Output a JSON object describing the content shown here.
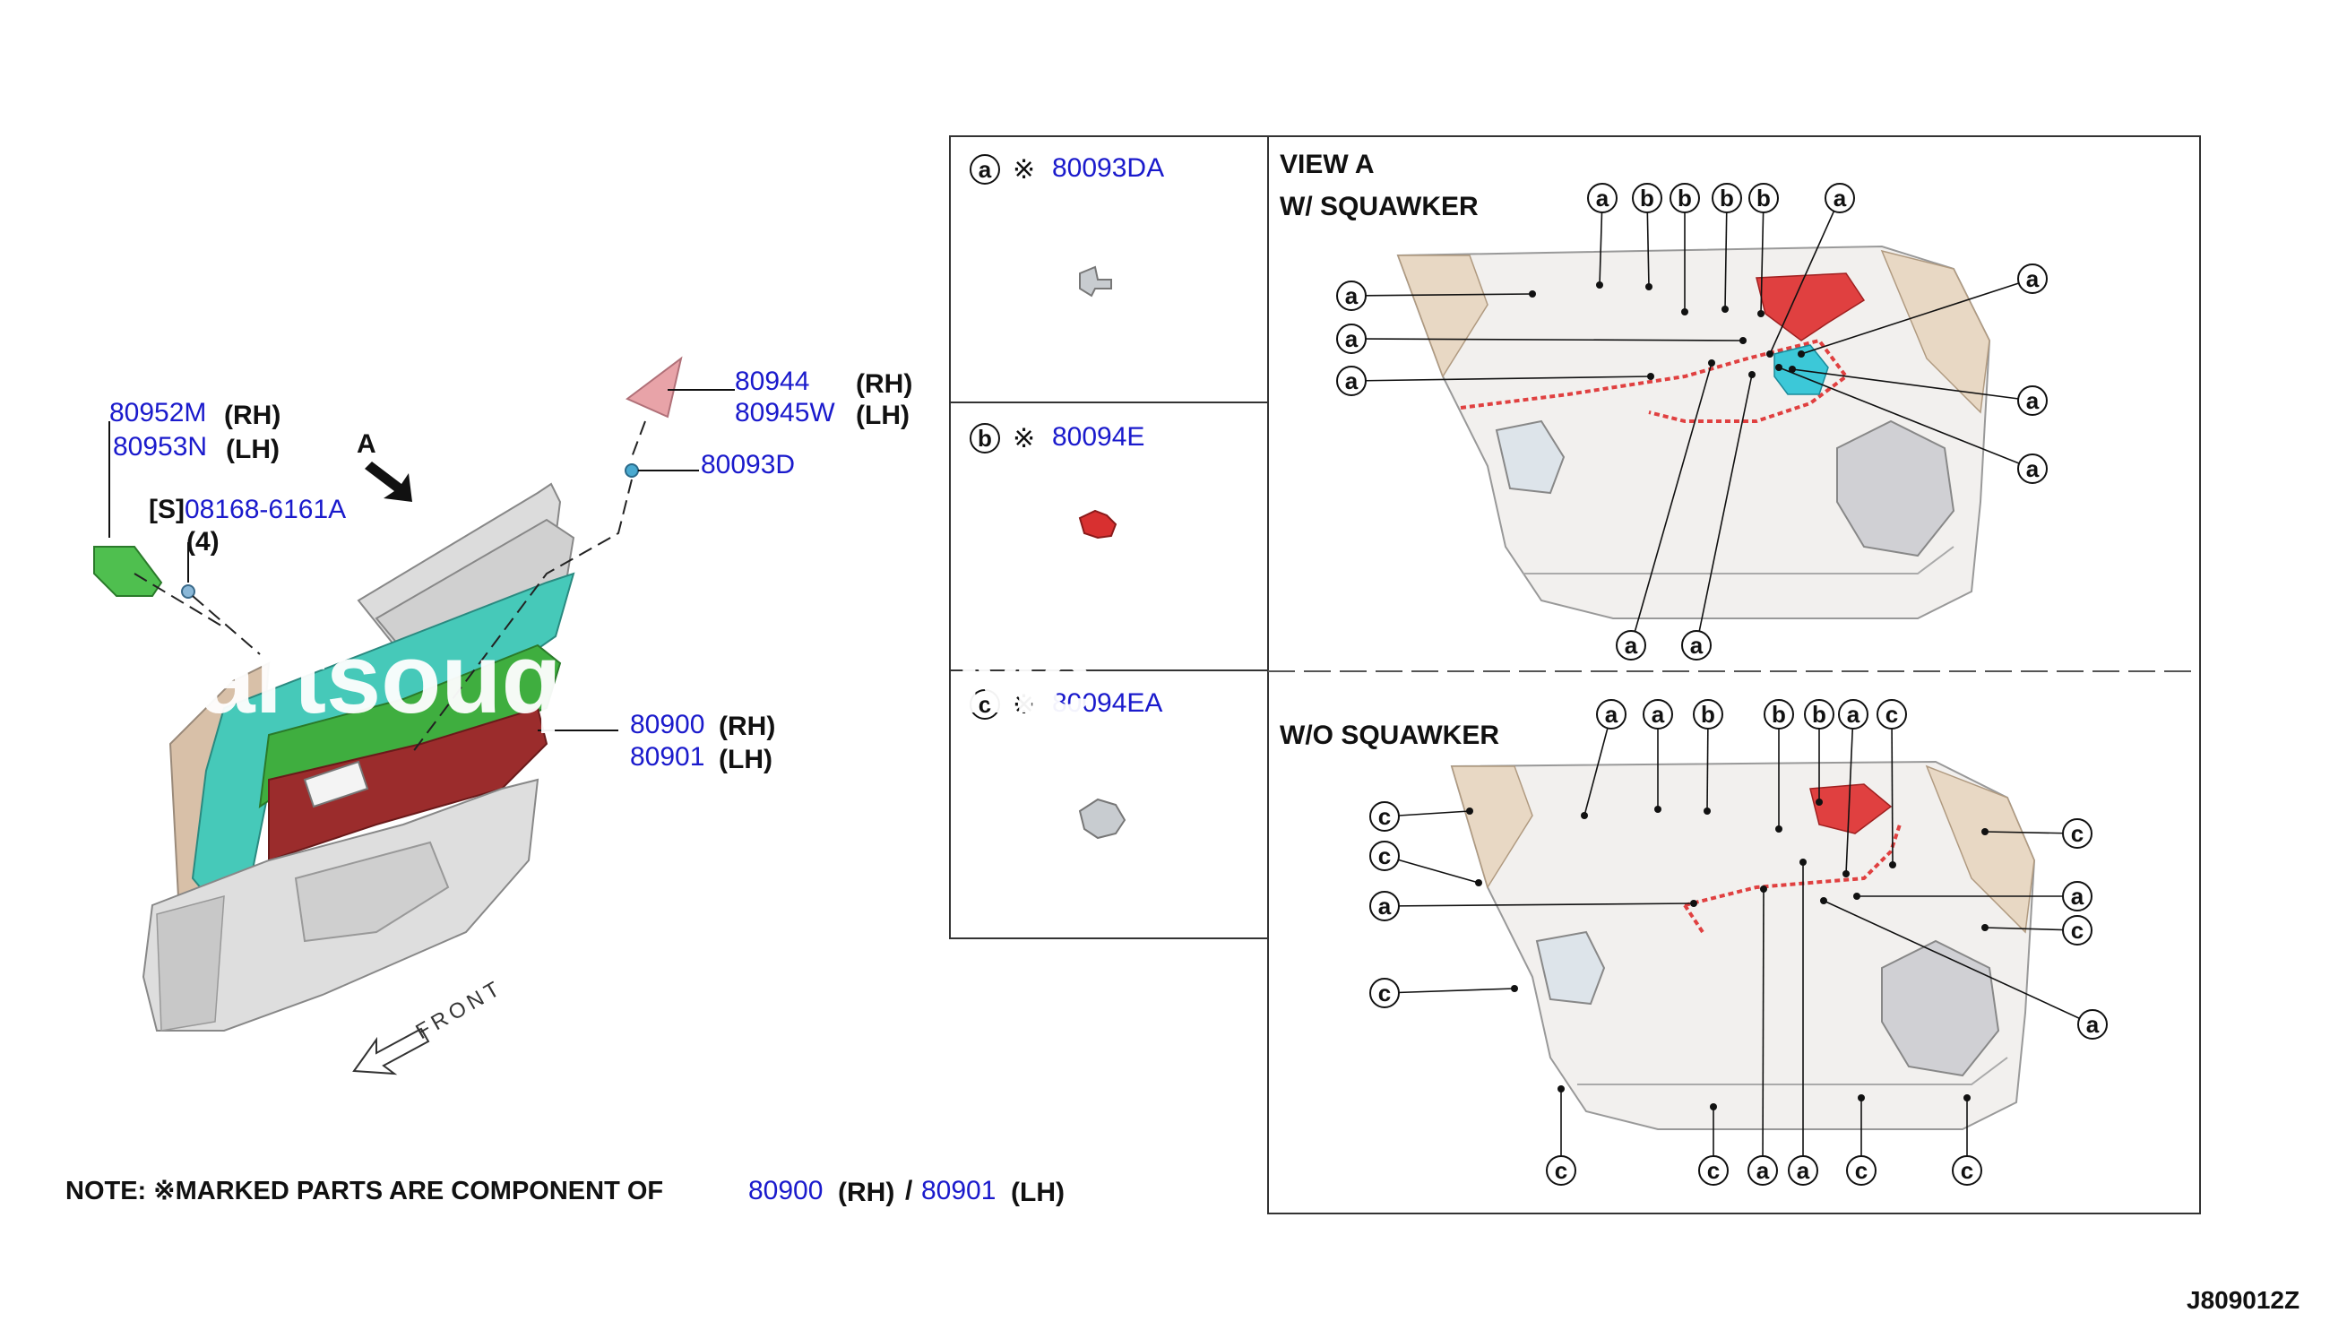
{
  "main_part": {
    "number_rh": "80900",
    "rh_label": "(RH)",
    "number_lh": "80901",
    "lh_label": "(LH)"
  },
  "parts_left": {
    "grip_rh": "80952M",
    "grip_rh_label": "(RH)",
    "grip_lh": "80953N",
    "grip_lh_label": "(LH)",
    "screw_prefix": "[S]",
    "screw": "08168-6161A",
    "screw_qty": "(4)",
    "finisher_rh": "80944",
    "finisher_rh_label": "(RH)",
    "finisher_lh": "80945W",
    "finisher_lh_label": "(LH)",
    "clip": "80093D",
    "view_arrow": "A",
    "front_label": "FRONT"
  },
  "legend": [
    {
      "key": "a",
      "symbol": "※",
      "part": "80093DA"
    },
    {
      "key": "b",
      "symbol": "※",
      "part": "80094E"
    },
    {
      "key": "c",
      "symbol": "※",
      "part": "80094EA"
    }
  ],
  "view": {
    "title": "VIEW A",
    "with_label": "W/ SQUAWKER",
    "without_label": "W/O SQUAWKER"
  },
  "note": {
    "prefix": "NOTE: ※MARKED PARTS ARE COMPONENT OF",
    "rh_part": "80900",
    "rh_label": "(RH)",
    "sep": "/",
    "lh_part": "80901",
    "lh_label": "(LH)"
  },
  "watermark": "Partsouq Parters Me",
  "diagram_code": "J809012Z",
  "colors": {
    "part_number": "#1a1acc",
    "harness_red": "#e04040",
    "speaker_cyan": "#3cc8d8",
    "trim_teal": "#46c9b9",
    "trim_green": "#3fae3f",
    "trim_maroon": "#9b2c2c",
    "trim_grey": "#d8d8da",
    "trim_beige": "#d8c0a8",
    "finisher_pink": "#e8a3a8",
    "grip_green": "#4fbf4f"
  }
}
